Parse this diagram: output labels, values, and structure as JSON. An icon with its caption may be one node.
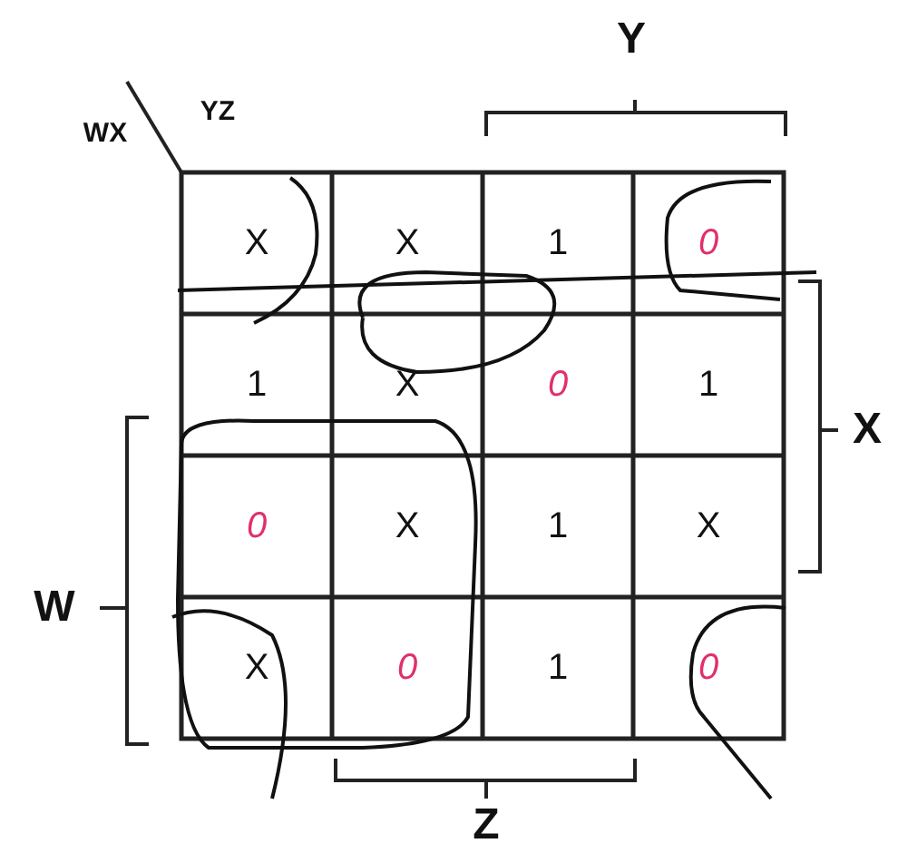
{
  "diagram": {
    "labels": [
      "Y",
      "YZ",
      "WX",
      "X",
      "X",
      "X",
      "1",
      "0",
      "1",
      "X",
      "0",
      "1",
      "0",
      "X",
      "1",
      "X",
      "X",
      "0",
      "1",
      "0",
      "W",
      "Z"
    ]
  }
}
